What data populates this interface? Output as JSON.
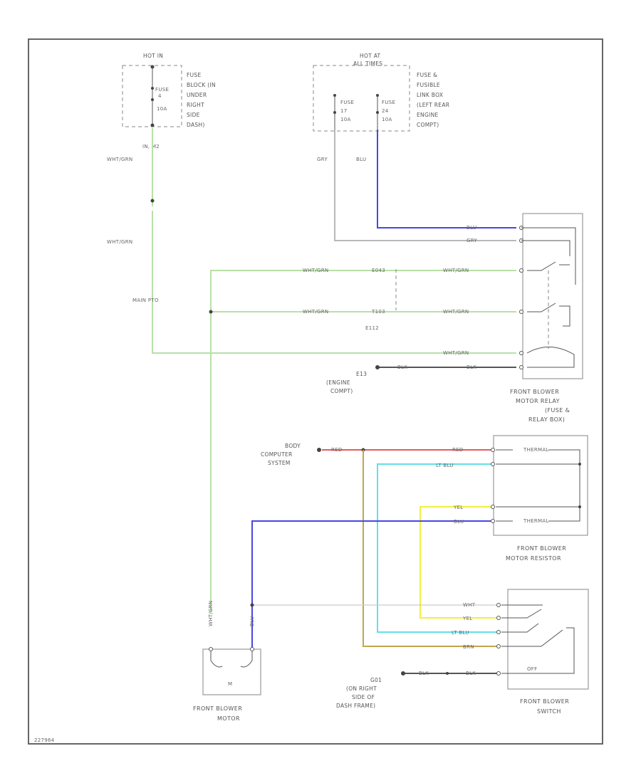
{
  "colors": {
    "wht_grn": "#b8e0a8",
    "blu": "#4848e0",
    "gry": "#b8b8b8",
    "red": "#e85a5a",
    "lt_blu": "#60e0e8",
    "yel": "#f0f040",
    "brn": "#c4a450",
    "blk": "#555555",
    "wht": "#cccccc"
  },
  "sources": {
    "hot_in": "HOT IN",
    "hot_at": "HOT AT",
    "all_times": "ALL TIMES",
    "fuse_a_top": "FUSE",
    "fuse_a_num": "4",
    "fuse_a_amp": "10A",
    "fuse_b1_top": "FUSE",
    "fuse_b1_num": "17",
    "fuse_b1_amp": "10A",
    "fuse_b2_top": "FUSE",
    "fuse_b2_num": "24",
    "fuse_b2_amp": "10A",
    "fuse_block_desc": [
      "FUSE",
      "BLOCK (IN",
      "UNDER",
      "RIGHT",
      "SIDE",
      "DASH)"
    ],
    "fuse_box_desc": [
      "FUSE &",
      "FUSIBLE",
      "LINK BOX",
      "(LEFT REAR",
      "ENGINE",
      "COMPT)"
    ],
    "ign_label": "IN, M2"
  },
  "wires": {
    "wht_grn": "WHT/GRN",
    "gry": "GRY",
    "blu": "BLU",
    "blk": "BLK",
    "red": "RED",
    "lt_blu": "LT BLU",
    "yel": "YEL",
    "brn": "BRN",
    "wht": "WHT",
    "blk_lower": "BLK",
    "splice_main": "MAIN PTO",
    "conn_a": "E043",
    "conn_b": "T103",
    "conn_c": "E112"
  },
  "components": {
    "relay": [
      "FRONT BLOWER",
      "MOTOR RELAY",
      "(FUSE &",
      "RELAY BOX)"
    ],
    "resistor": [
      "FRONT BLOWER",
      "MOTOR RESISTOR"
    ],
    "blower_switch": [
      "FRONT BLOWER",
      "SWITCH"
    ],
    "blower_motor": [
      "FRONT BLOWER",
      "MOTOR"
    ],
    "motor_m": "M",
    "body_computer": [
      "BODY",
      "COMPUTER",
      "SYSTEM"
    ],
    "ground_e13": [
      "E13",
      "(ENGINE",
      "COMPT)"
    ],
    "ground_g1": [
      "G01",
      "(ON RIGHT",
      "SIDE OF",
      "DASH FRAME)"
    ],
    "switch_off": "OFF",
    "resistor_t1": "THERMAL",
    "resistor_t2": "THERMAL"
  },
  "footer_code": "227964"
}
